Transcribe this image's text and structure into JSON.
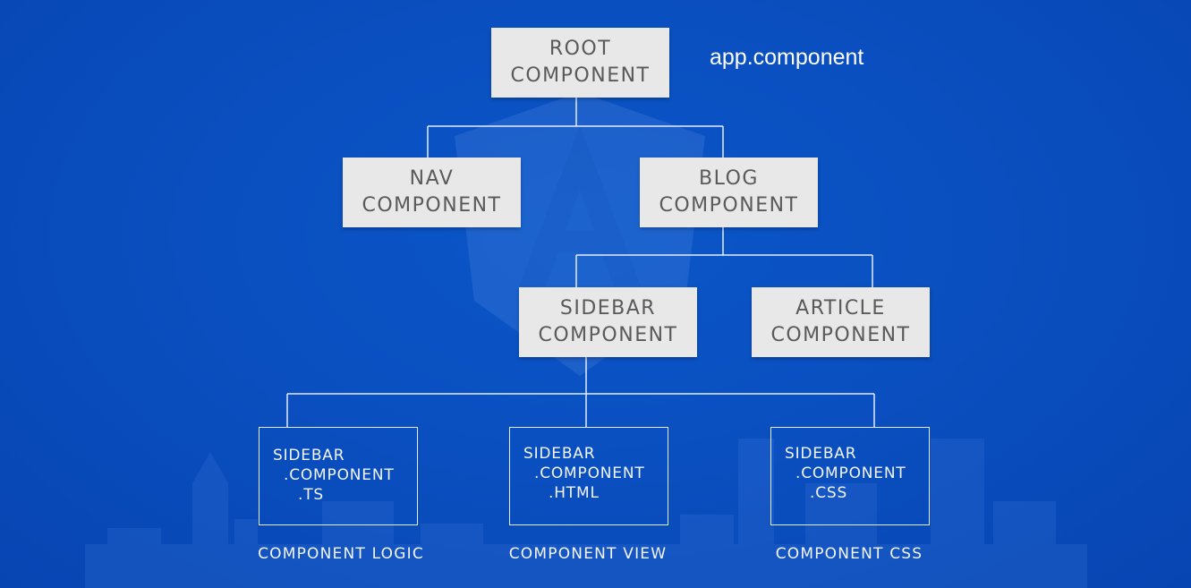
{
  "diagram": {
    "root": {
      "line1": "ROOT",
      "line2": "COMPONENT"
    },
    "app_label": "app.component",
    "nav": {
      "line1": "NAV",
      "line2": "COMPONENT"
    },
    "blog": {
      "line1": "BLOG",
      "line2": "COMPONENT"
    },
    "sidebar": {
      "line1": "SIDEBAR",
      "line2": "COMPONENT"
    },
    "article": {
      "line1": "ARTICLE",
      "line2": "COMPONENT"
    },
    "files": [
      {
        "line1": "SIDEBAR",
        "line2": ".COMPONENT",
        "line3": ".TS",
        "caption": "COMPONENT LOGIC"
      },
      {
        "line1": "SIDEBAR",
        "line2": ".COMPONENT",
        "line3": ".HTML",
        "caption": "COMPONENT VIEW"
      },
      {
        "line1": "SIDEBAR",
        "line2": ".COMPONENT",
        "line3": ".CSS",
        "caption": "COMPONENT CSS"
      }
    ]
  },
  "colors": {
    "background": "#0a4fc0",
    "box_fill": "#e8e8e8",
    "box_text": "#5a5a5a",
    "lines": "#e4ecf8"
  },
  "background_icons": [
    "angular-shield-logo-watermark",
    "city-skyline-silhouette"
  ]
}
